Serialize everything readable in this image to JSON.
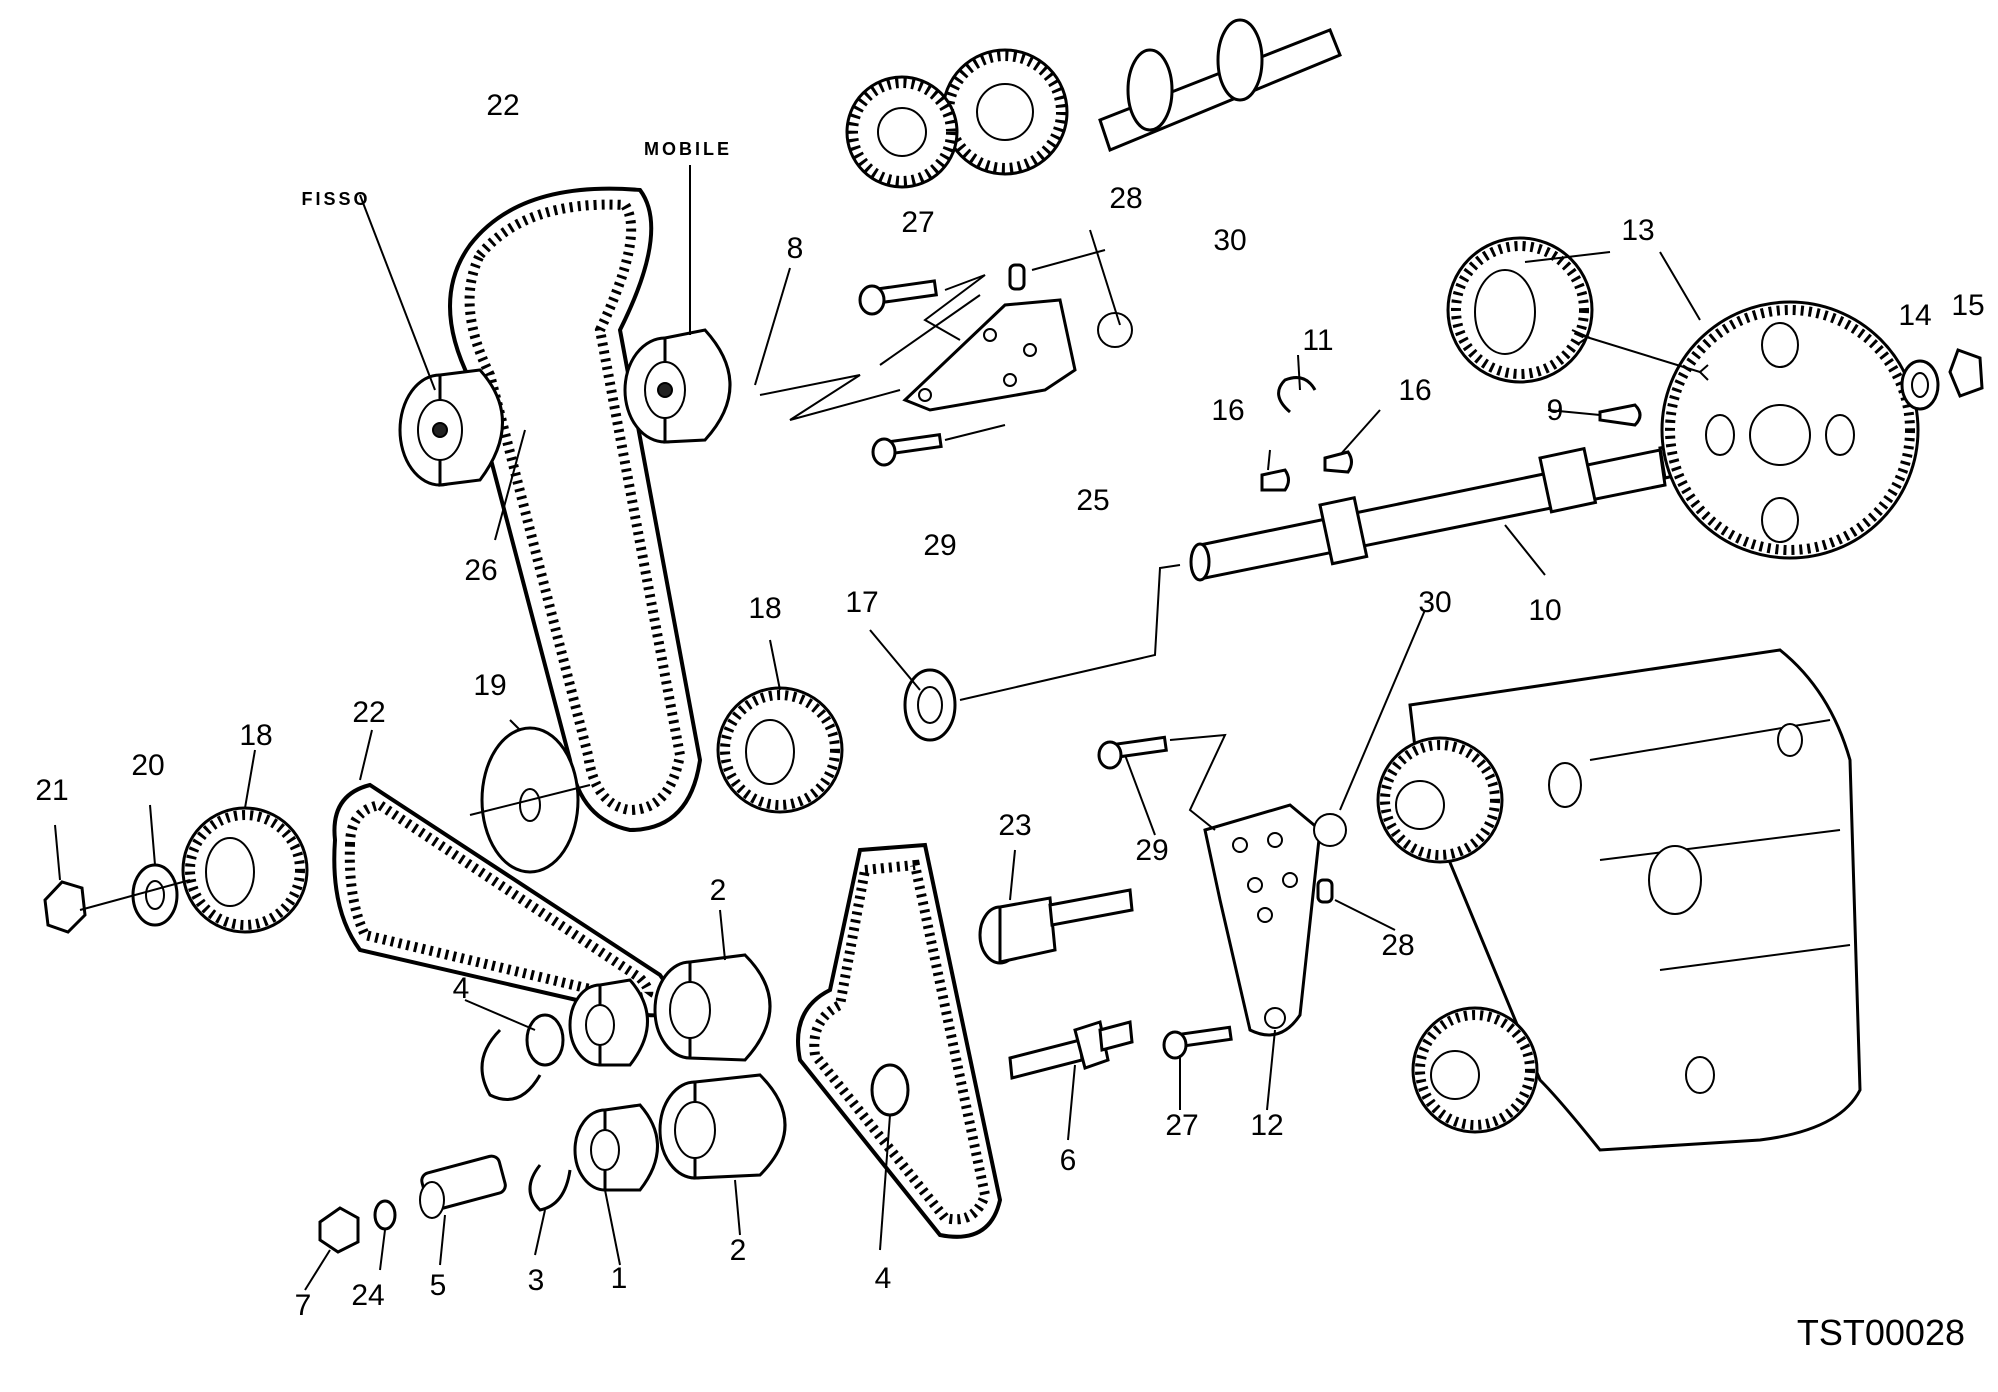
{
  "labels": {
    "fixed": "FISSO",
    "mobile": "MOBILE"
  },
  "callouts": [
    "1",
    "2",
    "2",
    "3",
    "4",
    "4",
    "5",
    "6",
    "7",
    "8",
    "9",
    "10",
    "11",
    "12",
    "13",
    "14",
    "15",
    "16",
    "16",
    "17",
    "18",
    "18",
    "19",
    "20",
    "21",
    "22",
    "22",
    "23",
    "24",
    "25",
    "26",
    "27",
    "27",
    "28",
    "28",
    "29",
    "29",
    "30",
    "30"
  ],
  "drawing_code": "TST00028"
}
